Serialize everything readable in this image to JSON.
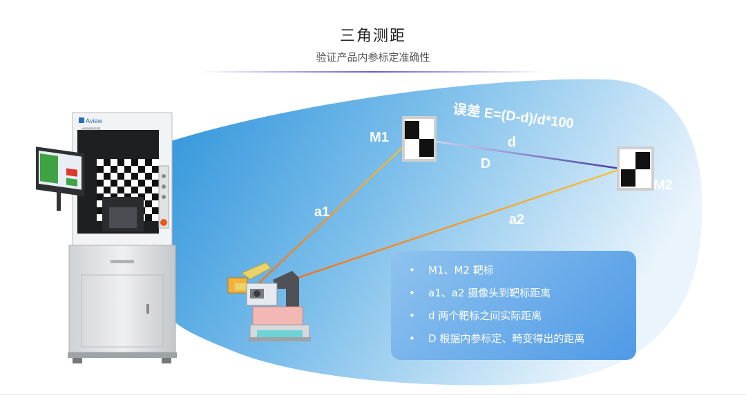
{
  "header": {
    "title": "三角测距",
    "subtitle": "验证产品内参标定准确性"
  },
  "machine": {
    "brand": "Aview",
    "brand_sub": "中国视觉检测"
  },
  "diagram": {
    "formula": "误差 E=(D-d)/d*100",
    "label_m1": "M1",
    "label_m2": "M2",
    "label_d_small": "d",
    "label_d_big": "D",
    "label_a1": "a1",
    "label_a2": "a2"
  },
  "info": {
    "items": [
      "M1、M2 靶标",
      "a1、a2 摄像头到靶标距离",
      "d 两个靶标之间实际距离",
      "D 根据内参标定、畸变得出的距离"
    ]
  },
  "colors": {
    "accent_purple": "#6c55c9",
    "beam_orange": "#f08a1c",
    "info_blue": "#4f9ae6",
    "backdrop_blue": "#2e93db"
  }
}
